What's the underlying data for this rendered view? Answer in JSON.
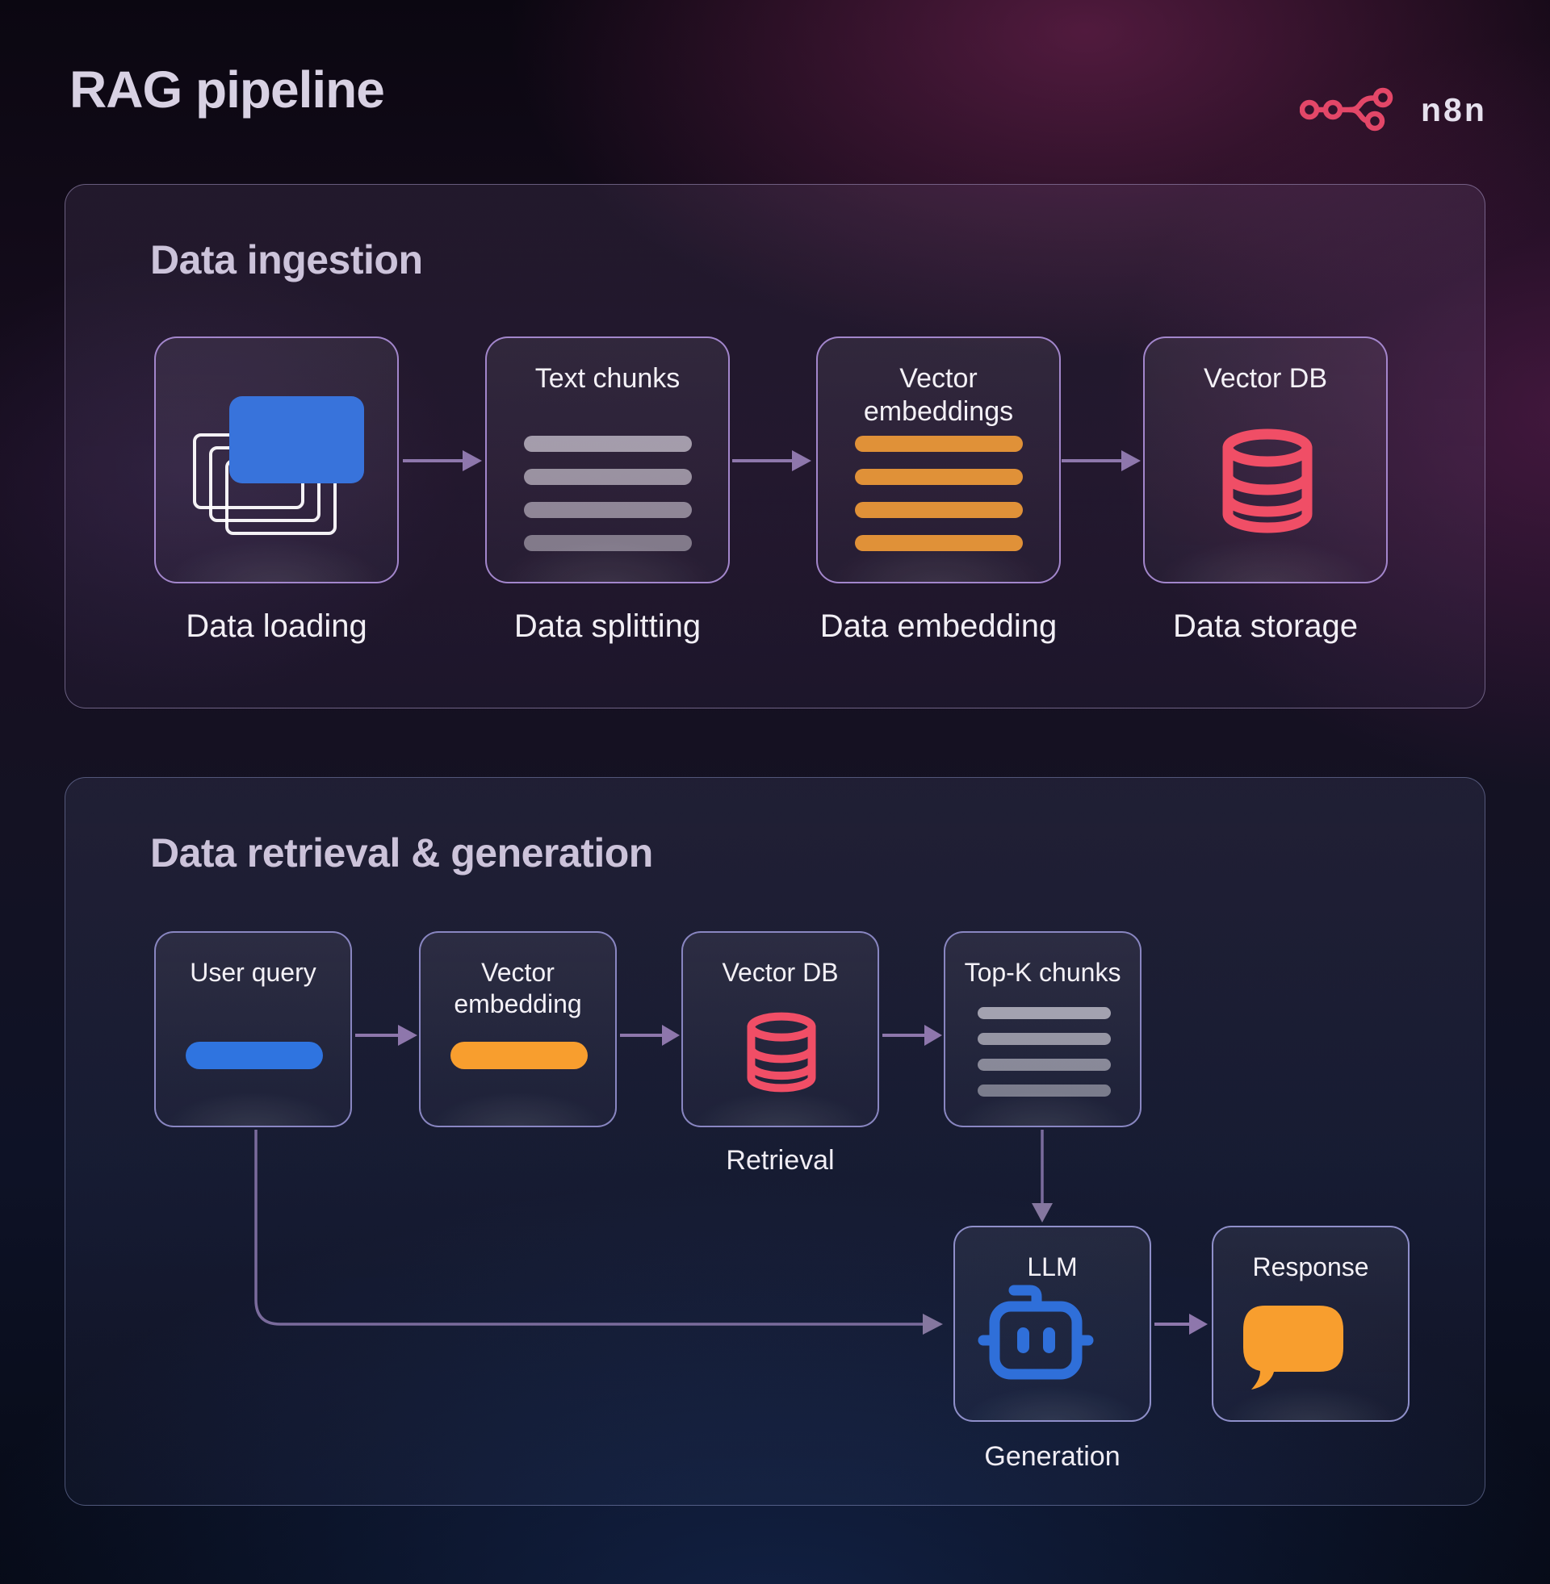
{
  "page_title": "RAG pipeline",
  "brand": {
    "name": "n8n",
    "logo_color": "#e34768"
  },
  "colors": {
    "accent_blue": "#3873db",
    "accent_orange": "#e09138",
    "accent_orange_bright": "#f89e2e",
    "accent_pink": "#f04e66",
    "arrow_purple": "#8e77ac",
    "title_text": "#d8d1e3",
    "heading_text": "#ccc3da"
  },
  "ingestion": {
    "heading": "Data ingestion",
    "steps": [
      {
        "icon": "stacked-documents-icon",
        "box_title": "",
        "label": "Data loading"
      },
      {
        "icon": "text-chunk-bars-icon",
        "box_title": "Text chunks",
        "label": "Data splitting"
      },
      {
        "icon": "embedding-bars-icon",
        "box_title": "Vector embeddings",
        "label": "Data embedding"
      },
      {
        "icon": "database-icon",
        "box_title": "Vector DB",
        "label": "Data storage"
      }
    ]
  },
  "retrieval_generation": {
    "heading": "Data retrieval & generation",
    "retrieval_steps": [
      {
        "icon": "query-pill-icon",
        "box_title": "User query"
      },
      {
        "icon": "embedding-pill-icon",
        "box_title": "Vector embedding"
      },
      {
        "icon": "database-icon",
        "box_title": "Vector DB"
      },
      {
        "icon": "chunk-bars-icon",
        "box_title": "Top-K chunks"
      }
    ],
    "retrieval_label": "Retrieval",
    "generation_steps": [
      {
        "icon": "robot-icon",
        "box_title": "LLM"
      },
      {
        "icon": "speech-bubble-icon",
        "box_title": "Response"
      }
    ],
    "generation_label": "Generation"
  }
}
